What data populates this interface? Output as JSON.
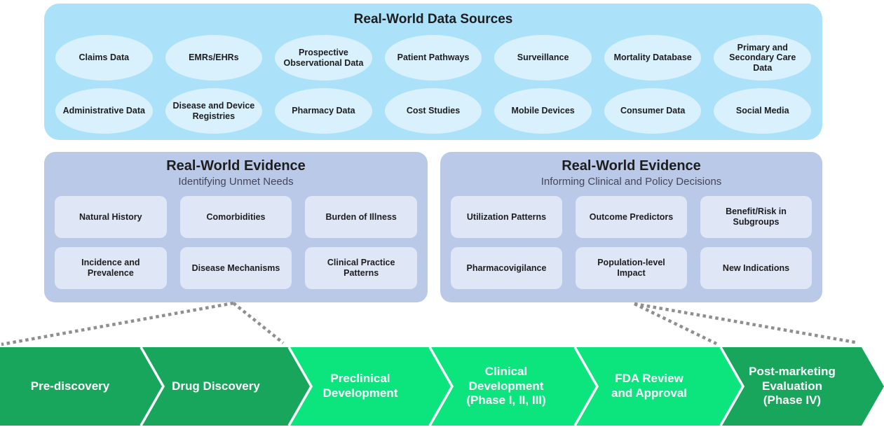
{
  "top_panel": {
    "title": "Real-World Data Sources",
    "rows": [
      [
        "Claims Data",
        "EMRs/EHRs",
        "Prospective Observational Data",
        "Patient Pathways",
        "Surveillance",
        "Mortality Database",
        "Primary and Secondary Care Data"
      ],
      [
        "Administrative Data",
        "Disease and Device Registries",
        "Pharmacy Data",
        "Cost Studies",
        "Mobile Devices",
        "Consumer Data",
        "Social Media"
      ]
    ]
  },
  "left_panel": {
    "title": "Real-World Evidence",
    "subtitle": "Identifying Unmet Needs",
    "items": [
      "Natural History",
      "Comorbidities",
      "Burden of Illness",
      "Incidence and Prevalence",
      "Disease Mechanisms",
      "Clinical Practice Patterns"
    ]
  },
  "right_panel": {
    "title": "Real-World Evidence",
    "subtitle": "Informing Clinical and Policy Decisions",
    "items": [
      "Utilization Patterns",
      "Outcome Predictors",
      "Benefit/Risk in Subgroups",
      "Pharmacovigilance",
      "Population-level Impact",
      "New Indications"
    ]
  },
  "pipeline": {
    "stages": [
      {
        "label": "Pre-discovery",
        "color": "#17a65c"
      },
      {
        "label": "Drug Discovery",
        "color": "#17a65c"
      },
      {
        "label": "Preclinical\nDevelopment",
        "color": "#0ce57d"
      },
      {
        "label": "Clinical\nDevelopment\n(Phase I, II, III)",
        "color": "#0ce57d"
      },
      {
        "label": "FDA Review\nand Approval",
        "color": "#0ce57d"
      },
      {
        "label": "Post-marketing\nEvaluation\n(Phase IV)",
        "color": "#17a65c"
      }
    ],
    "colors": {
      "dark_green": "#17a65c",
      "bright_green": "#0ce57d",
      "connector_gray": "#8f8f8f",
      "panel_blue": "#abe2f9",
      "panel_periwinkle": "#bac9e8"
    }
  }
}
